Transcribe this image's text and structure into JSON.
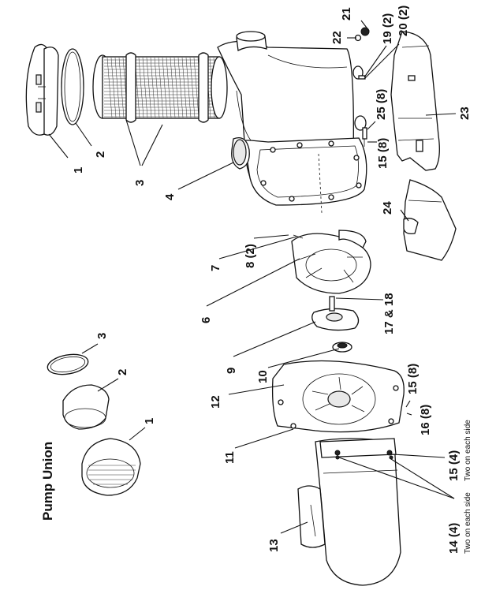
{
  "title": "Pump Union",
  "callouts": {
    "c1_top": "1",
    "c2_top": "2",
    "c3_top": "3",
    "c4": "4",
    "c6": "6",
    "c7": "7",
    "c8": "8 (2)",
    "c9": "9",
    "c10": "10",
    "c11": "11",
    "c12": "12",
    "c13": "13",
    "c14": "14 (4)",
    "c14_note": "Two on each side",
    "c15_a": "15 (8)",
    "c15_b": "15 (8)",
    "c15_c": "15 (4)",
    "c15_note": "Two on each side",
    "c16": "16 (8)",
    "c17": "17 & 18",
    "c19": "19 (2)",
    "c20": "20 (2)",
    "c21": "21",
    "c22": "22",
    "c23": "23",
    "c24": "24",
    "c25": "25 (8)",
    "u1": "1",
    "u2": "2",
    "u3": "3"
  }
}
